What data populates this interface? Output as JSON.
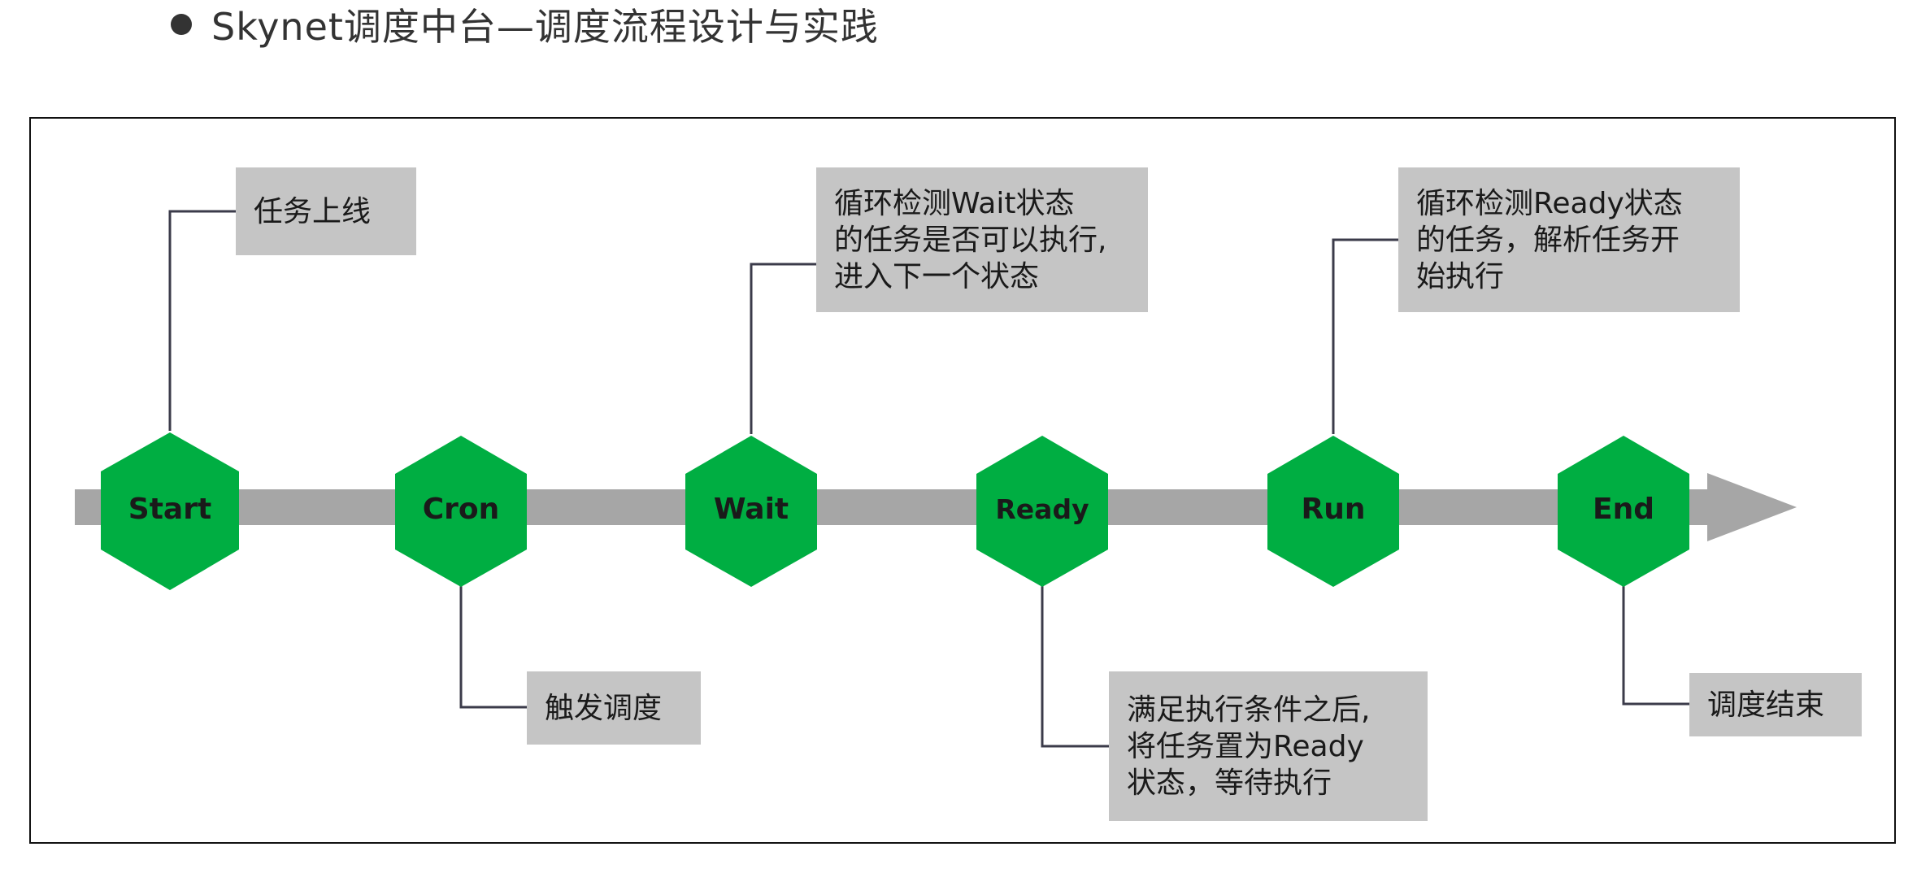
{
  "heading": {
    "text": "Skynet调度中台—调度流程设计与实践"
  },
  "colors": {
    "hexagon": "#00ae42",
    "timeline": "#a6a6a6",
    "note_bg": "#c5c5c5",
    "connector": "#3b3b4a"
  },
  "stages": [
    {
      "label": "Start",
      "note": "任务上线",
      "note_side": "above"
    },
    {
      "label": "Cron",
      "note": "触发调度",
      "note_side": "below"
    },
    {
      "label": "Wait",
      "note": "循环检测Wait状态\n的任务是否可以执行,\n进入下一个状态",
      "note_side": "above"
    },
    {
      "label": "Ready",
      "note": "满足执行条件之后,\n将任务置为Ready\n状态，等待执行",
      "note_side": "below"
    },
    {
      "label": "Run",
      "note": "循环检测Ready状态\n的任务，解析任务开\n始执行",
      "note_side": "above"
    },
    {
      "label": "End",
      "note": "调度结束",
      "note_side": "below"
    }
  ]
}
